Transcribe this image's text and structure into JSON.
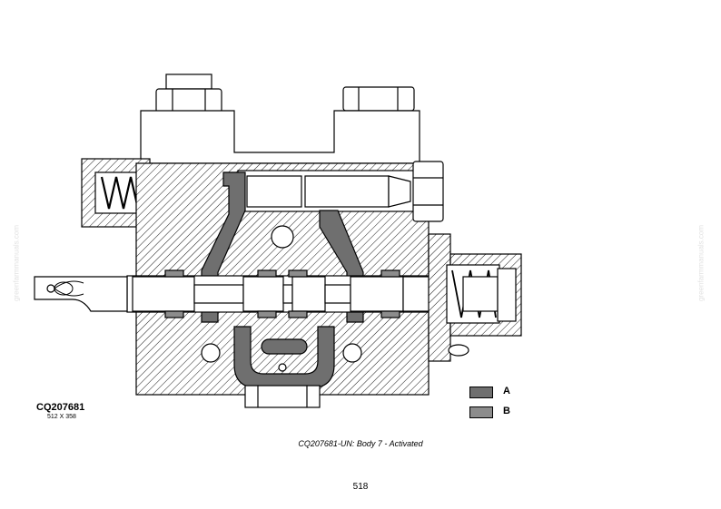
{
  "figure": {
    "id": "CQ207681",
    "size": "512 X 358",
    "caption": "CQ207681-UN: Body 7 - Activated"
  },
  "legend": [
    {
      "label": "A",
      "color": "#6f6f6f"
    },
    {
      "label": "B",
      "color": "#8c8c8c"
    }
  ],
  "page_number": "518",
  "watermark": "greenfarmmanuals.com"
}
